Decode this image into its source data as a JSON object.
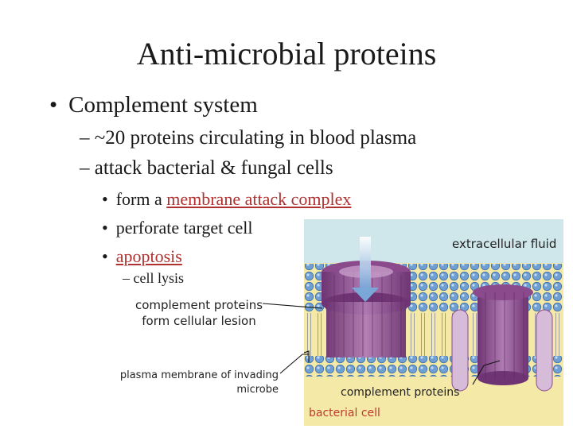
{
  "slide": {
    "title": "Anti-microbial proteins",
    "bullet1": "Complement system",
    "sub1": "– ~20 proteins circulating in blood plasma",
    "sub2": "– attack bacterial & fungal cells",
    "sub_bullets": [
      {
        "prefix": "form a ",
        "link": "membrane attack complex"
      },
      {
        "prefix": "perforate target cell",
        "link": ""
      },
      {
        "prefix": "",
        "link": "apoptosis"
      }
    ],
    "sub_sub": "– cell lysis",
    "bullet_char": "•"
  },
  "figure": {
    "extracellular_label": "extracellular fluid",
    "lesion_label_line1": "complement proteins",
    "lesion_label_line2": "form cellular lesion",
    "membrane_label_line1": "plasma membrane of invading",
    "membrane_label_line2": "microbe",
    "proteins_label": "complement proteins",
    "bacterial_label": "bacterial cell"
  },
  "colors": {
    "link": "#b03030",
    "fluid": "#cfe6ea",
    "cell": "#f5e9a8",
    "lipid_head": "#6f9fd3",
    "protein": "#8a4a8c",
    "bacterial_label": "#c0392b"
  }
}
